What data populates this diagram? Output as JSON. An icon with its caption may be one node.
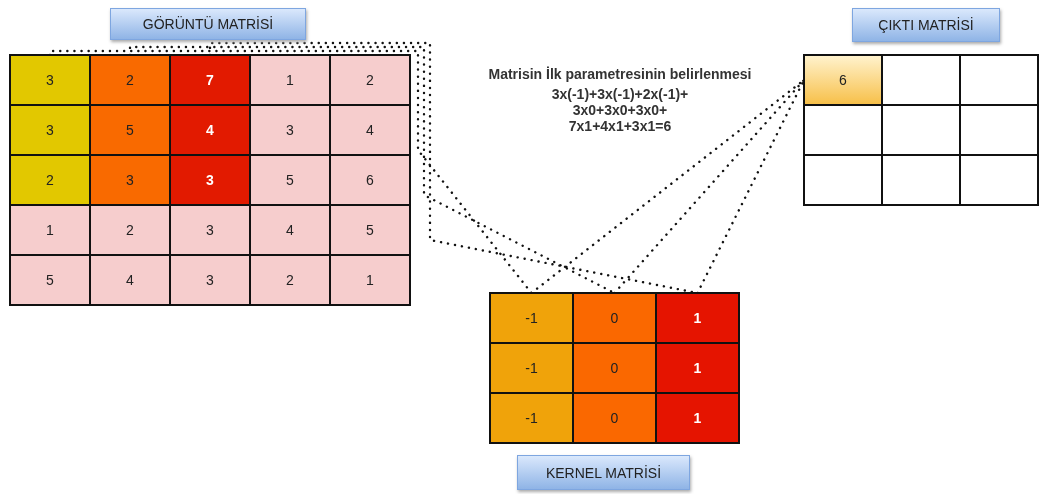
{
  "diagram": {
    "nodes": [
      {
        "text": [
          "GÖRÜNTÜ MATRİSİ"
        ]
      },
      {
        "text": [
          "ÇIKTI MATRİSİ"
        ]
      },
      {
        "text": [
          "3"
        ]
      },
      {
        "text": [
          "2"
        ]
      },
      {
        "text": [
          "7"
        ]
      },
      {
        "text": [
          "1"
        ]
      },
      {
        "text": [
          "2"
        ]
      },
      {
        "text": [
          "3"
        ]
      },
      {
        "text": [
          "5"
        ]
      },
      {
        "text": [
          "4"
        ]
      },
      {
        "text": [
          "3"
        ]
      },
      {
        "text": [
          "4"
        ]
      },
      {
        "text": [
          "2"
        ]
      },
      {
        "text": [
          "3"
        ]
      },
      {
        "text": [
          "3"
        ]
      },
      {
        "text": [
          "5"
        ]
      },
      {
        "text": [
          "6"
        ]
      },
      {
        "text": [
          "1"
        ]
      },
      {
        "text": [
          "2"
        ]
      },
      {
        "text": [
          "3"
        ]
      },
      {
        "text": [
          "4"
        ]
      },
      {
        "text": [
          "5"
        ]
      },
      {
        "text": [
          "5"
        ]
      },
      {
        "text": [
          "4"
        ]
      },
      {
        "text": [
          "3"
        ]
      },
      {
        "text": [
          "2"
        ]
      },
      {
        "text": [
          "1"
        ]
      },
      {
        "text": [
          "6"
        ]
      },
      {
        "text": [],
        "shape": "box"
      },
      {
        "text": [],
        "shape": "box"
      },
      {
        "text": [],
        "shape": "box"
      },
      {
        "text": [],
        "shape": "box"
      },
      {
        "text": [],
        "shape": "box"
      },
      {
        "text": [],
        "shape": "box"
      },
      {
        "text": [],
        "shape": "box"
      },
      {
        "text": [],
        "shape": "box"
      },
      {
        "text": [
          "-1"
        ]
      },
      {
        "text": [
          "0"
        ]
      },
      {
        "text": [
          "1"
        ]
      },
      {
        "text": [
          "-1"
        ]
      },
      {
        "text": [
          "0"
        ]
      },
      {
        "text": [
          "1"
        ]
      },
      {
        "text": [
          "-1"
        ]
      },
      {
        "text": [
          "0"
        ]
      },
      {
        "text": [
          "1"
        ]
      },
      {
        "text": [
          "KERNEL MATRİSİ"
        ]
      }
    ],
    "edges": [
      {
        "from": 2,
        "to": 36,
        "arrow": "none",
        "style": "dashed"
      },
      {
        "from": 3,
        "to": 37,
        "arrow": "none",
        "style": "dashed"
      },
      {
        "from": 4,
        "to": 38,
        "arrow": "none",
        "style": "dashed"
      },
      {
        "from": 36,
        "to": 27,
        "arrow": "none",
        "style": "dashed"
      },
      {
        "from": 37,
        "to": 27,
        "arrow": "none",
        "style": "dashed"
      },
      {
        "from": 38,
        "to": 27,
        "arrow": "none",
        "style": "dashed"
      }
    ],
    "labels": [
      "Matrisin İlk parametresinin belirlenmesi",
      "3x(-1)+3x(-1)+2x(-1)+ 3x0+3x0+3x0+ 7x1+4x1+3x1=6"
    ]
  }
}
